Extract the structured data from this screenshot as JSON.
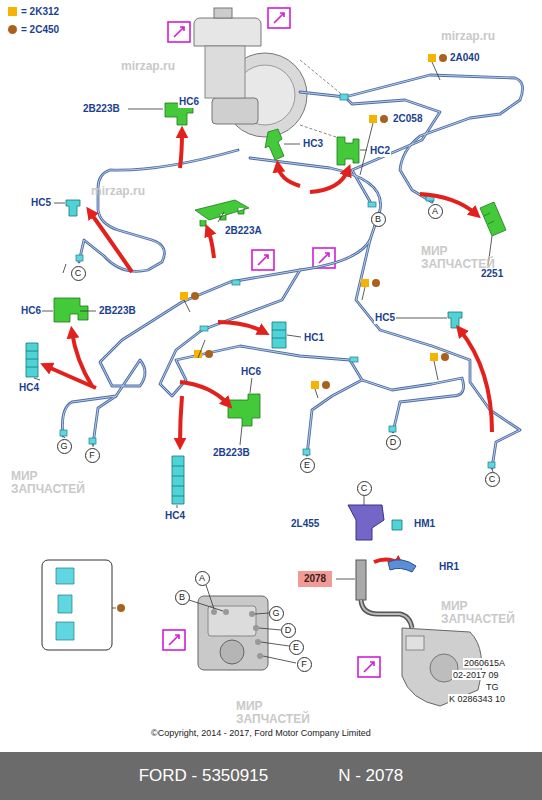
{
  "diagram": {
    "nodes": [
      {
        "text": [
          "A"
        ]
      },
      {
        "text": [
          "B"
        ]
      },
      {
        "text": [
          "C"
        ]
      },
      {
        "text": [
          "C"
        ]
      },
      {
        "text": [
          "G"
        ]
      },
      {
        "text": [
          "F"
        ]
      },
      {
        "text": [
          "E"
        ]
      },
      {
        "text": [
          "D"
        ]
      },
      {
        "text": [
          "C"
        ]
      },
      {
        "text": [
          "2078"
        ]
      },
      {
        "text": [
          "A"
        ]
      },
      {
        "text": [
          "B"
        ]
      },
      {
        "text": [
          "G"
        ]
      },
      {
        "text": [
          "D"
        ]
      },
      {
        "text": [
          "E"
        ]
      },
      {
        "text": [
          "F"
        ]
      },
      {
        "text": [
          "FORD - 5350915",
          "N - 2078"
        ]
      }
    ],
    "labels": [
      "HC6",
      "2B223B",
      "HC3",
      "HC2",
      "2C058",
      "2A040",
      "HC5",
      "2B223A",
      "2251",
      "HC6",
      "2B223B",
      "HC1",
      "HC4",
      "HC6",
      "2B223B",
      "HC5",
      "HC4",
      "2L455",
      "HM1",
      "HR1",
      "2060615A",
      "02-2017 09",
      "TG",
      "K 0286343 10",
      "©Copyright, 2014 - 2017, Ford Motor Company Limited",
      "mirzap.ru",
      "mirzap.ru",
      "МИР ЗАПЧАСТЕЙ",
      "МИР ЗАПЧАСТЕЙ",
      "МИР ЗАПЧАСТЕЙ",
      "МИР ЗАПЧАСТЕЙ",
      "mirzap.ru"
    ],
    "legend": [
      {
        "text": "= 2K312",
        "color": "#f5b400"
      },
      {
        "text": "= 2C450",
        "color": "#a8621e"
      }
    ]
  }
}
